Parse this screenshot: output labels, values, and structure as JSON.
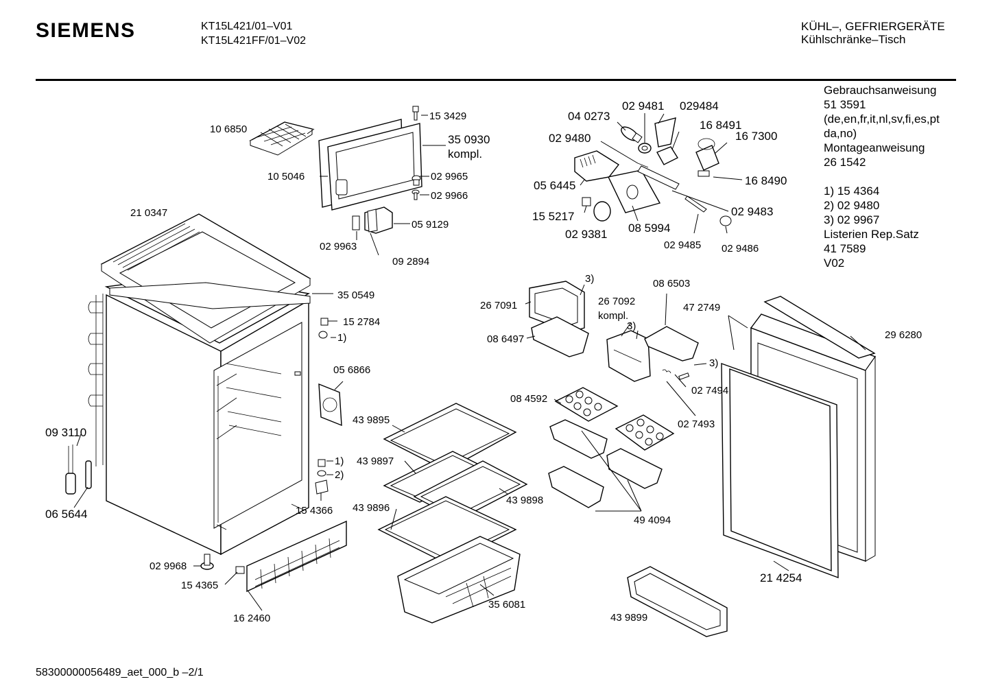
{
  "header": {
    "brand": "SIEMENS",
    "model_1": "KT15L421/01–V01",
    "model_2": "KT15L421FF/01–V02",
    "category_1": "KÜHL–, GEFRIERGERÄTE",
    "category_2": "Kühlschränke–Tisch"
  },
  "side_info": [
    "Gebrauchsanweisung",
    "51 3591",
    "(de,en,fr,it,nl,sv,fi,es,pt",
    "da,no)",
    "Montageanweisung",
    "26 1542",
    "",
    "1)  15 4364",
    "2)  02 9480",
    "3)  02 9967",
    "Listerien Rep.Satz",
    "41 7589",
    "V02"
  ],
  "footer": "58300000056489_aet_000_b  –2/1",
  "parts": {
    "p106850": "10 6850",
    "p153429": "15 3429",
    "p350930": "35 0930",
    "kompl_a": "kompl.",
    "p105046": "10 5046",
    "p029965": "02 9965",
    "p029966": "02 9966",
    "p210347": "21 0347",
    "p029963": "02 9963",
    "p059129": "05 9129",
    "p092894": "09 2894",
    "p040273": "04 0273",
    "p029481": "02 9481",
    "p029484": "029484",
    "p168491": "16 8491",
    "p167300": "16 7300",
    "p029480": "02 9480",
    "p056445": "05 6445",
    "p168490": "16 8490",
    "p029483": "02 9483",
    "p155217": "15 5217",
    "p085994": "08 5994",
    "p029381": "02 9381",
    "p029485": "02 9485",
    "p029486": "02 9486",
    "p350549": "35 0549",
    "p152784": "15 2784",
    "ref1a": "1)",
    "p056866": "05 6866",
    "p093110": "09 3110",
    "p065644": "06 5644",
    "ref1b": "1)",
    "ref2": "2)",
    "p154366": "15 4366",
    "p029968": "02 9968",
    "p154365": "15 4365",
    "p162460": "16 2460",
    "p439895": "43 9895",
    "p439897": "43 9897",
    "p439898": "43 9898",
    "p439896": "43 9896",
    "p356081": "35 6081",
    "ref3a": "3)",
    "p267091": "26 7091",
    "p267092": "26 7092",
    "kompl_b": "kompl.",
    "ref3b": "3)",
    "p086503": "08 6503",
    "p086497": "08 6497",
    "ref3c": "3)",
    "p472749": "47 2749",
    "p296280": "29 6280",
    "p084592": "08 4592",
    "p027494": "02 7494",
    "p027493": "02 7493",
    "p494094": "49 4094",
    "p214254": "21 4254",
    "p439899": "43 9899"
  }
}
